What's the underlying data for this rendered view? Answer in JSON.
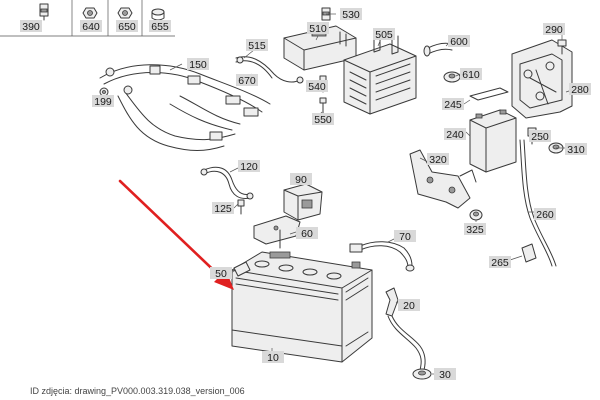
{
  "top_strip": [
    {
      "label": "390",
      "icon": "clip-icon",
      "shaded": false
    },
    {
      "label": "640",
      "icon": "nut-icon",
      "shaded": true
    },
    {
      "label": "650",
      "icon": "nut-icon",
      "shaded": true
    },
    {
      "label": "655",
      "icon": "bushing-icon",
      "shaded": false
    }
  ],
  "parts": [
    {
      "id": "p510",
      "label": "510",
      "shaded": false
    },
    {
      "id": "p530",
      "label": "530",
      "shaded": false
    },
    {
      "id": "p515",
      "label": "515",
      "shaded": false
    },
    {
      "id": "p505",
      "label": "505",
      "shaded": false
    },
    {
      "id": "p600",
      "label": "600",
      "shaded": false
    },
    {
      "id": "p290",
      "label": "290",
      "shaded": false
    },
    {
      "id": "p150",
      "label": "150",
      "shaded": false
    },
    {
      "id": "p670",
      "label": "670",
      "shaded": true
    },
    {
      "id": "p540",
      "label": "540",
      "shaded": false
    },
    {
      "id": "p610",
      "label": "610",
      "shaded": false
    },
    {
      "id": "p280",
      "label": "280",
      "shaded": true
    },
    {
      "id": "p199",
      "label": "199",
      "shaded": false
    },
    {
      "id": "p245",
      "label": "245",
      "shaded": true
    },
    {
      "id": "p550",
      "label": "550",
      "shaded": false
    },
    {
      "id": "p240",
      "label": "240",
      "shaded": true
    },
    {
      "id": "p250",
      "label": "250",
      "shaded": true
    },
    {
      "id": "p310",
      "label": "310",
      "shaded": true
    },
    {
      "id": "p120",
      "label": "120",
      "shaded": false
    },
    {
      "id": "p320",
      "label": "320",
      "shaded": true
    },
    {
      "id": "p90",
      "label": "90",
      "shaded": false
    },
    {
      "id": "p125",
      "label": "125",
      "shaded": true
    },
    {
      "id": "p260",
      "label": "260",
      "shaded": true
    },
    {
      "id": "p325",
      "label": "325",
      "shaded": true
    },
    {
      "id": "p60",
      "label": "60",
      "shaded": false
    },
    {
      "id": "p70",
      "label": "70",
      "shaded": false
    },
    {
      "id": "p265",
      "label": "265",
      "shaded": true
    },
    {
      "id": "p50",
      "label": "50",
      "shaded": false
    },
    {
      "id": "p20",
      "label": "20",
      "shaded": false
    },
    {
      "id": "p10",
      "label": "10",
      "shaded": true,
      "highlight": true
    },
    {
      "id": "p30",
      "label": "30",
      "shaded": false
    }
  ],
  "colors": {
    "arrow": "#e02020",
    "tab": "#d9d9d9",
    "highlight": "#b9dcf0"
  },
  "caption": "ID zdjęcia: drawing_PV000.003.319.038_version_006"
}
